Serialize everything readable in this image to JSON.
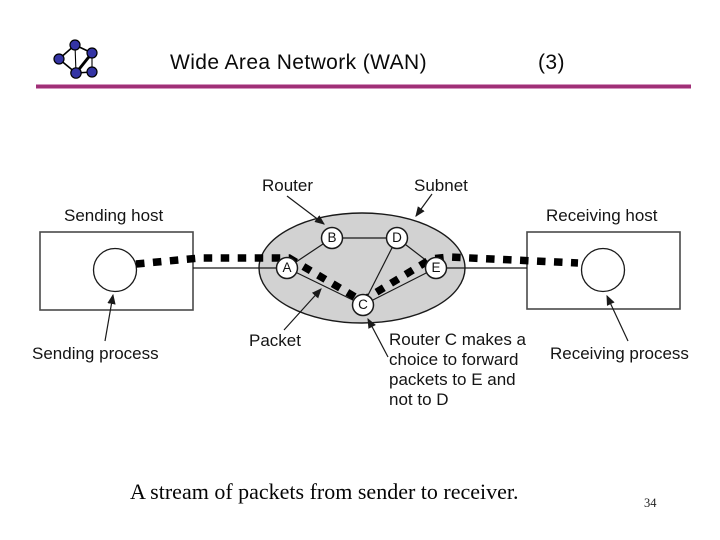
{
  "slide": {
    "caption": "A stream of packets from sender to receiver.",
    "page_number": "34"
  },
  "header": {
    "title": "Wide Area Network (WAN)",
    "index": "(3)",
    "logo_icon": "network-graph-icon",
    "rule_color": "#a03077"
  },
  "diagram": {
    "colors": {
      "subnet_fill": "#d2d2d2",
      "line_color": "#1a1a1a",
      "packet_dash_color": "#000000",
      "logo_node_blue": "#3434a4"
    },
    "labels": {
      "sending_host": "Sending host",
      "receiving_host": "Receiving host",
      "router": "Router",
      "subnet": "Subnet",
      "packet": "Packet",
      "sending_process": "Sending process",
      "receiving_process": "Receiving process",
      "router_c_note": "Router C makes a\nchoice to forward\npackets to E and\nnot to D"
    },
    "nodes": [
      {
        "id": "A",
        "label": "A"
      },
      {
        "id": "B",
        "label": "B"
      },
      {
        "id": "C",
        "label": "C"
      },
      {
        "id": "D",
        "label": "D"
      },
      {
        "id": "E",
        "label": "E"
      }
    ]
  }
}
